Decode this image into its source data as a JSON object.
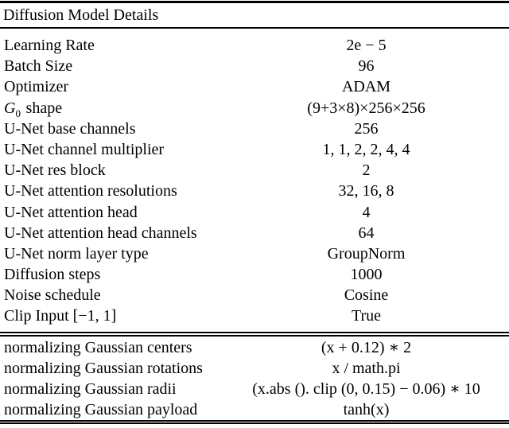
{
  "colors": {
    "text": "#000000",
    "rule": "#000000",
    "background": "#ffffff"
  },
  "table": {
    "title": "Diffusion Model Details",
    "sections": [
      {
        "rows": [
          {
            "label": "Learning Rate",
            "value": "2e − 5"
          },
          {
            "label": "Batch Size",
            "value": "96"
          },
          {
            "label": "Optimizer",
            "value": "ADAM"
          },
          {
            "label_math": "G",
            "label_sub": "0",
            "label_rest": "shape",
            "value": "(9+3×8)×256×256"
          },
          {
            "label": "U-Net base channels",
            "value": "256"
          },
          {
            "label": "U-Net channel multiplier",
            "value": "1, 1, 2, 2, 4, 4"
          },
          {
            "label": "U-Net res block",
            "value": "2"
          },
          {
            "label": "U-Net attention resolutions",
            "value": "32, 16, 8"
          },
          {
            "label": "U-Net attention head",
            "value": "4"
          },
          {
            "label": "U-Net attention head channels",
            "value": "64"
          },
          {
            "label": "U-Net norm layer type",
            "value": "GroupNorm"
          },
          {
            "label": "Diffusion steps",
            "value": "1000"
          },
          {
            "label": "Noise schedule",
            "value": "Cosine"
          },
          {
            "label": "Clip Input [−1, 1]",
            "value": "True"
          }
        ]
      },
      {
        "rows": [
          {
            "label": "normalizing Gaussian centers",
            "value": "(x + 0.12) ∗ 2"
          },
          {
            "label": "normalizing Gaussian rotations",
            "value": "x / math.pi"
          },
          {
            "label": "normalizing Gaussian radii",
            "value": "(x.abs (). clip (0, 0.15) − 0.06) ∗ 10"
          },
          {
            "label": "normalizing Gaussian payload",
            "value": "tanh(x)"
          }
        ]
      }
    ]
  }
}
